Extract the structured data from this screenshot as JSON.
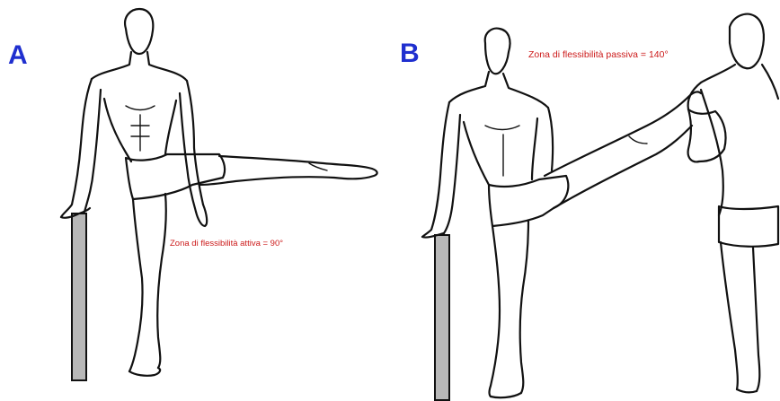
{
  "panel_a": {
    "letter": "A",
    "caption": "Zona di flessibilità attiva = 90°"
  },
  "panel_b": {
    "letter": "B",
    "caption": "Zona di flessibilità passiva = 140°"
  },
  "colors": {
    "letter": "#1f2fcf",
    "caption": "#cc1a1a",
    "support_bar": "#b8b8b8",
    "ink": "#111111"
  }
}
